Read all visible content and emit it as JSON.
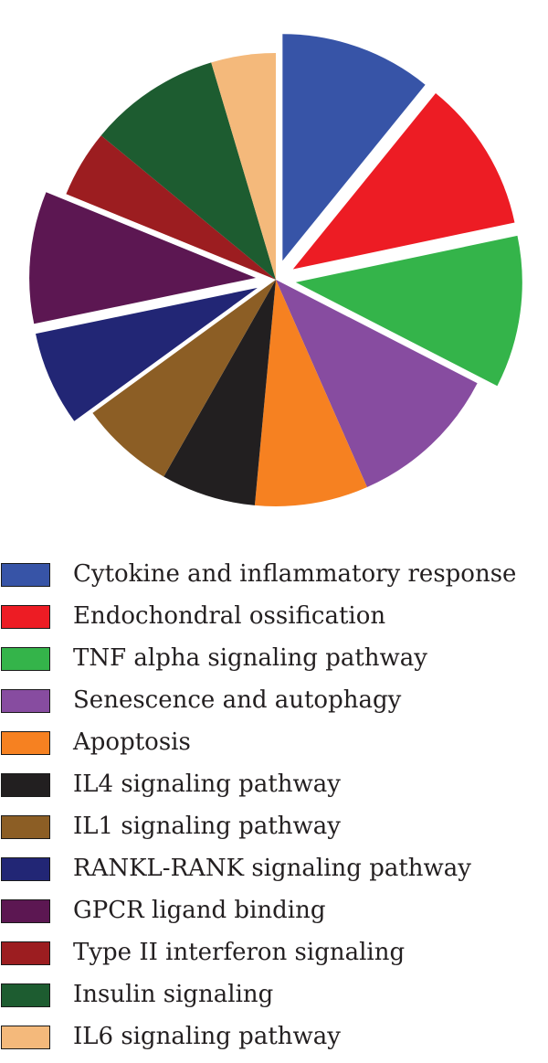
{
  "chart_data": {
    "type": "pie",
    "title": "",
    "unit": "relative share (estimated)",
    "slices": [
      {
        "label": "Cytokine and inflammatory response",
        "value": 10.6,
        "color": "#3754a7",
        "exploded": true
      },
      {
        "label": "Endochondral ossification",
        "value": 10.6,
        "color": "#ed1c24",
        "exploded": true
      },
      {
        "label": "TNF alpha signaling pathway",
        "value": 10.6,
        "color": "#34b44a",
        "exploded": true
      },
      {
        "label": "Senescence and autophagy",
        "value": 10.6,
        "color": "#874ca0",
        "exploded": false
      },
      {
        "label": "Apoptosis",
        "value": 7.9,
        "color": "#f68121",
        "exploded": false
      },
      {
        "label": "IL4 signaling pathway",
        "value": 6.6,
        "color": "#221f20",
        "exploded": false
      },
      {
        "label": "IL1 signaling pathway",
        "value": 6.6,
        "color": "#8c5e25",
        "exploded": false
      },
      {
        "label": "RANKL-RANK signaling pathway",
        "value": 6.6,
        "color": "#222675",
        "exploded": true
      },
      {
        "label": "GPCR ligand binding",
        "value": 9.2,
        "color": "#5c1752",
        "exploded": true
      },
      {
        "label": "Type II interferon signaling",
        "value": 4.7,
        "color": "#9c1d20",
        "exploded": false
      },
      {
        "label": "Insulin signaling",
        "value": 9.2,
        "color": "#1d5c30",
        "exploded": false
      },
      {
        "label": "IL6 signaling pathway",
        "value": 4.5,
        "color": "#f4b97b",
        "exploded": false
      }
    ],
    "legend_position": "bottom"
  }
}
